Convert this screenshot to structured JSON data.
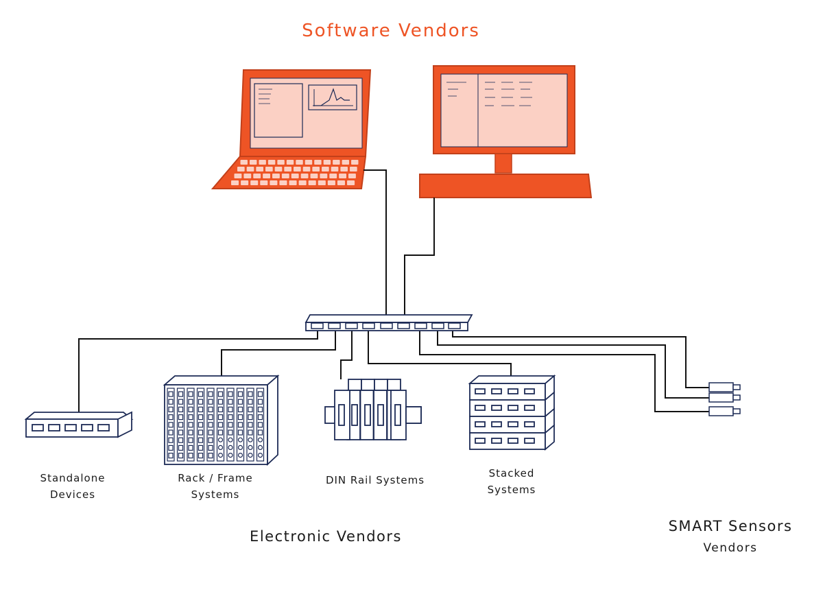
{
  "groups": {
    "software": "Software Vendors",
    "electronic": "Electronic Vendors",
    "smart_line1": "SMART Sensors",
    "smart_line2": "Vendors"
  },
  "devices": {
    "standalone_line1": "Standalone",
    "standalone_line2": "Devices",
    "rack_line1": "Rack / Frame",
    "rack_line2": "Systems",
    "din": "DIN Rail Systems",
    "stacked_line1": "Stacked",
    "stacked_line2": "Systems"
  },
  "colors": {
    "accent": "#ee5425",
    "screen": "#fbd0c4",
    "ink": "#1c2a55"
  }
}
